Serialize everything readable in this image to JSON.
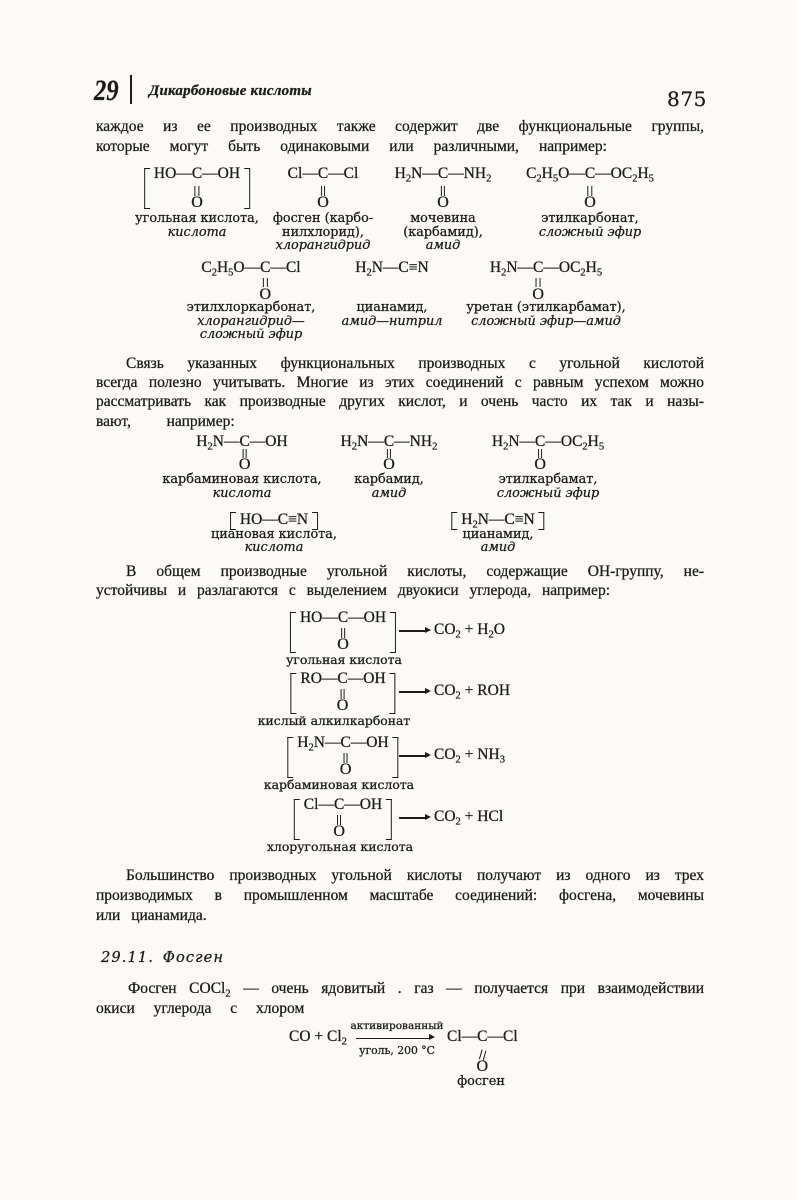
{
  "header": {
    "chapter_number": "29",
    "chapter_title": "Дикарбоновые кислоты",
    "page_number": "875"
  },
  "paragraphs": {
    "intro": [
      "каждое из ее производных также содержит две функциональные группы,",
      "которые могут быть одинаковыми или различными, например:"
    ],
    "link": [
      "Связь указанных функциональных производных с угольной кислотой",
      "всегда полезно учитывать. Многие из этих соединений с равным успехом можно",
      "рассматривать как производные других кислот, и очень часто их так и назы-",
      "вают,  например:"
    ],
    "oh_group": [
      "В общем производные угольной кислоты, содержащие ОН-группу, не-",
      "устойчивы и разлагаются с выделением двуокиси углерода, например:"
    ],
    "sources": [
      "Большинство производных угольной кислоты получают из одного из трех",
      "производимых в промышленном масштабе соединений: фосгена, мочевины",
      "или цианамида."
    ],
    "phosgene_intro": [
      "Фосген COCl₂ — очень ядовитый . газ — получается при взаимодействии",
      "окиси углерода с хлором"
    ]
  },
  "row_a": [
    {
      "bracket": true,
      "pre": "HO—",
      "c": "C",
      "post": "—OH",
      "labels": [
        {
          "t": "угольная кислота,"
        },
        {
          "t": "кислота",
          "i": true
        }
      ]
    },
    {
      "pre": "Cl—",
      "c": "C",
      "post": "—Cl",
      "labels": [
        {
          "t": "фосген (карбо-"
        },
        {
          "t": "нилхлорид),"
        },
        {
          "t": "хлорангидрид",
          "i": true
        }
      ]
    },
    {
      "pre": "H₂N—",
      "c": "C",
      "post": "—NH₂",
      "labels": [
        {
          "t": "мочевина"
        },
        {
          "t": "(карбамид),"
        },
        {
          "t": "амид",
          "i": true
        }
      ]
    },
    {
      "pre": "C₂H₅O—",
      "c": "C",
      "post": "—OC₂H₅",
      "labels": [
        {
          "t": "этилкарбонат,"
        },
        {
          "t": "сложный эфир",
          "i": true
        }
      ]
    }
  ],
  "row_b": [
    {
      "pre": "C₂H₅O—",
      "c": "C",
      "post": "—Cl",
      "labels": [
        {
          "t": "этилхлоркарбонат,"
        },
        {
          "t": "хлорангидрид—",
          "i": true
        },
        {
          "t": "сложный эфир",
          "i": true
        }
      ]
    },
    {
      "line": "H₂N—C≡N",
      "labels": [
        {
          "t": "цианамид,"
        },
        {
          "t": "амид—нитрил",
          "i": true
        }
      ]
    },
    {
      "pre": "H₂N—",
      "c": "C",
      "post": "—OC₂H₅",
      "labels": [
        {
          "t": "уретан (этилкарбамат),"
        },
        {
          "t": "сложный эфир—амид",
          "i": true
        }
      ]
    }
  ],
  "row_c": [
    {
      "pre": "H₂N—",
      "c": "C",
      "post": "—OH",
      "labels": [
        {
          "t": "карбаминовая кислота,"
        },
        {
          "t": "кислота",
          "i": true
        }
      ]
    },
    {
      "pre": "H₂N—",
      "c": "C",
      "post": "—NH₂",
      "labels": [
        {
          "t": "карбамид,"
        },
        {
          "t": "амид",
          "i": true
        }
      ]
    },
    {
      "pre": "H₂N—",
      "c": "C",
      "post": "—OC₂H₅",
      "labels": [
        {
          "t": "этилкарбамат,"
        },
        {
          "t": "сложный эфир",
          "i": true
        }
      ]
    }
  ],
  "row_d": [
    {
      "bracket": true,
      "line": "HO—C≡N",
      "labels": [
        {
          "t": "циановая кислота,"
        },
        {
          "t": "кислота",
          "i": true
        }
      ]
    },
    {
      "bracket": true,
      "line": "H₂N—C≡N",
      "labels": [
        {
          "t": "цианамид,"
        },
        {
          "t": "амид",
          "i": true
        }
      ]
    }
  ],
  "reactions": [
    {
      "formula": {
        "bracket": true,
        "pre": "HO—",
        "c": "C",
        "post": "—OH"
      },
      "products": "CO₂ + H₂O",
      "label": "угольная кислота"
    },
    {
      "formula": {
        "bracket": true,
        "pre": "RO—",
        "c": "C",
        "post": "—OH"
      },
      "products": "CO₂ + ROH",
      "label": "кислый алкилкарбонат"
    },
    {
      "formula": {
        "bracket": true,
        "pre": "H₂N—",
        "c": "C",
        "post": "—OH"
      },
      "products": "CO₂ + NH₃",
      "label": "карбаминовая кислота"
    },
    {
      "formula": {
        "bracket": true,
        "pre": "Cl—",
        "c": "C",
        "post": "—OH"
      },
      "products": "CO₂ + HCl",
      "label": "хлоругольная кислота"
    }
  ],
  "section": {
    "number_title": "29.11.  Фосген"
  },
  "atoms": {
    "carbonyl_oxygen": "O"
  },
  "phosgene_reaction": {
    "reactants": "CO + Cl₂",
    "above_arrow": "активированный",
    "below_arrow": "уголь, 200 °C",
    "product_line": {
      "pre": "Cl—",
      "c": "C",
      "post": "—Cl",
      "slant": true
    },
    "label": "фосген"
  }
}
